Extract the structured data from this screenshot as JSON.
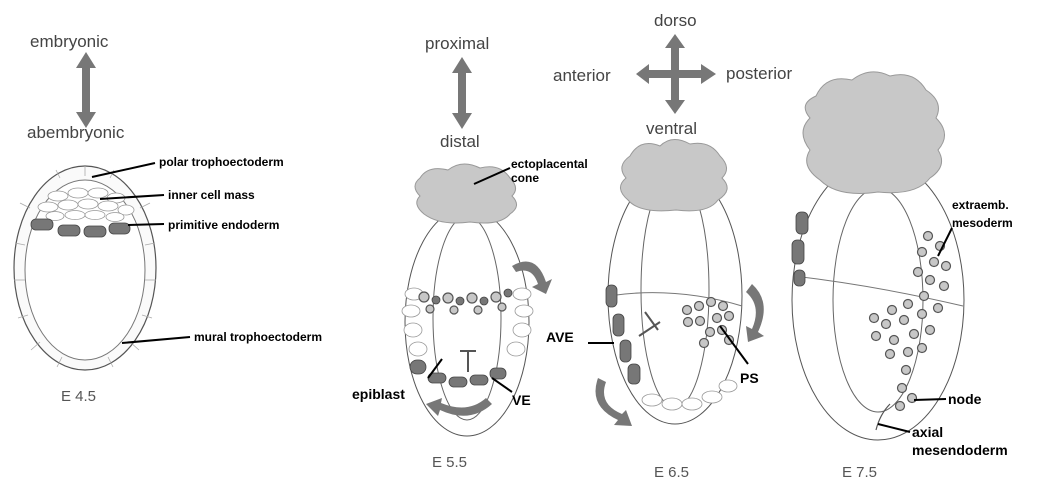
{
  "axes": {
    "embryonic": "embryonic",
    "abembryonic": "abembryonic",
    "proximal": "proximal",
    "distal": "distal",
    "dorso": "dorso",
    "ventral": "ventral",
    "anterior": "anterior",
    "posterior": "posterior"
  },
  "stages": {
    "e45": "E 4.5",
    "e55": "E 5.5",
    "e65": "E 6.5",
    "e75": "E 7.5"
  },
  "labels": {
    "polar_trophectoderm": "polar trophoectoderm",
    "inner_cell_mass": "inner cell mass",
    "primitive_endoderm": "primitive endoderm",
    "mural_trophectoderm": "mural trophoectoderm",
    "ectoplacental_cone_1": "ectoplacental",
    "ectoplacental_cone_2": "cone",
    "epiblast": "epiblast",
    "ve": "VE",
    "ave": "AVE",
    "ps": "PS",
    "extraemb_1": "extraemb.",
    "extraemb_2": "mesoderm",
    "node": "node",
    "axial_1": "axial",
    "axial_2": "mesendoderm"
  },
  "colors": {
    "arrow": "#777777",
    "tissue": "#c8c8c8",
    "cells": "#777777"
  }
}
